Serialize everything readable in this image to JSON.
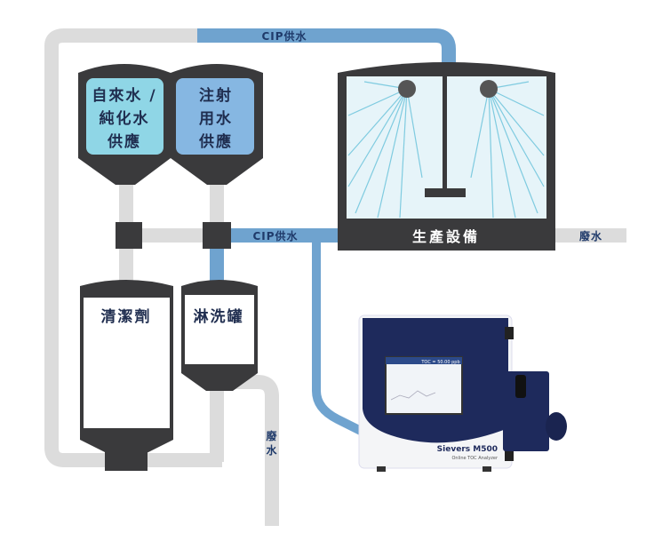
{
  "labels": {
    "cip_supply_top": "CIP供水",
    "cip_supply_mid": "CIP供水",
    "tap_water_lines": [
      "自來水 /",
      "純化水",
      "供應"
    ],
    "wfi_lines": [
      "注射",
      "用水",
      "供應"
    ],
    "production_equipment": "生產設備",
    "waste_right": "廢水",
    "waste_bottom_lines": [
      "廢",
      "水"
    ],
    "detergent": "清潔劑",
    "rinse_tank": "淋洗罐"
  },
  "analyzer": {
    "brand": "Sievers M500",
    "subtitle": "Online TOC Analyzer",
    "screen_reading": "TOC = 50.00 ppb"
  },
  "colors": {
    "pipe_gray": "#dcdcdc",
    "pipe_blue": "#6fa3cf",
    "tank_dark": "#3a3a3c",
    "tap_water": "#8fd6e6",
    "wfi": "#86b7e2",
    "analyzer_navy": "#1e2a5c"
  }
}
